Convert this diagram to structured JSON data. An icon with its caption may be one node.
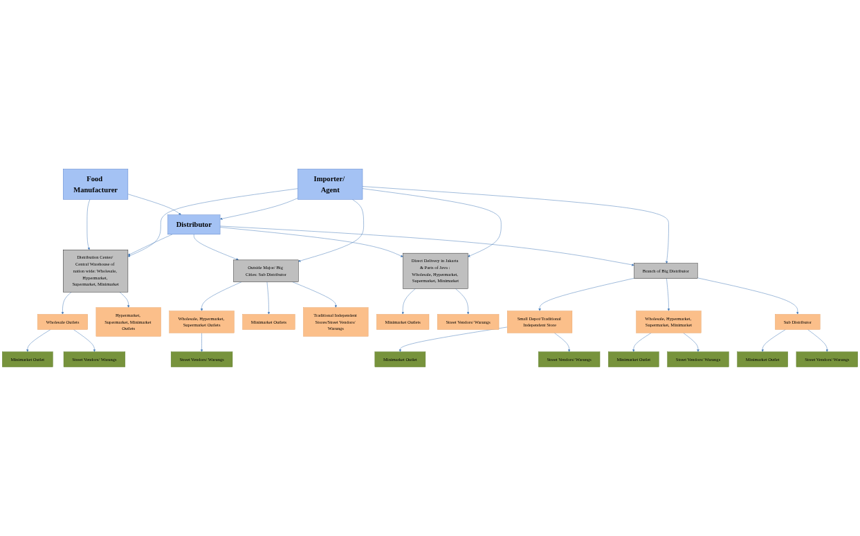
{
  "diagram": {
    "nodes": [
      {
        "text": [
          "Food Manufacturer"
        ]
      },
      {
        "text": [
          "Distributor"
        ]
      },
      {
        "text": [
          "Importer/ Agent"
        ]
      },
      {
        "text": [
          "Distribution Center/ Central Warehouse of nation wide: Wholesale, Hypermarket, Supermarket, Minimarket"
        ]
      },
      {
        "text": [
          "Outside Major/ Big Cities: Sub Distributor"
        ]
      },
      {
        "text": [
          "Direct Delivery in Jakarta & Parts of Java : Wholesale, Hypermarket, Supermarket, Minimarket"
        ]
      },
      {
        "text": [
          "Branch of Big Distributor"
        ]
      },
      {
        "text": [
          "Wholesale Outlets"
        ]
      },
      {
        "text": [
          "Hypermarket, Supermarket, Minimarket Outlets"
        ]
      },
      {
        "text": [
          "Wholesale, Hypermarket, Supermarket Outlets"
        ]
      },
      {
        "text": [
          "Minimarket Outlets"
        ]
      },
      {
        "text": [
          "Traditional Independent Stores/Street Vendors/ Warungs"
        ]
      },
      {
        "text": [
          "Minimarket Outlets"
        ]
      },
      {
        "text": [
          "Street Vendors/ Warungs"
        ]
      },
      {
        "text": [
          "Small Depot/Traditional Independent Store"
        ]
      },
      {
        "text": [
          "Wholesale, Hypermarket, Supermarket, Minimarket"
        ]
      },
      {
        "text": [
          "Sub Distributor"
        ]
      },
      {
        "text": [
          "Minimarket Outlet"
        ]
      },
      {
        "text": [
          "Street Vendors/ Warungs"
        ]
      },
      {
        "text": [
          "Street Vendors/ Warungs"
        ]
      },
      {
        "text": [
          "Minimarket Outlet"
        ]
      },
      {
        "text": [
          "Street Vendors/ Warungs"
        ]
      },
      {
        "text": [
          "Minimarket Outlet"
        ]
      },
      {
        "text": [
          "Street Vendors/ Warungs"
        ]
      },
      {
        "text": [
          "Minimarket Outlet"
        ]
      },
      {
        "text": [
          "Street Vendors/ Warungs"
        ]
      }
    ],
    "edges": [
      {
        "from": 0,
        "to": 1,
        "arrow": "to"
      },
      {
        "from": 2,
        "to": 1,
        "arrow": "to"
      },
      {
        "from": 0,
        "to": 3,
        "arrow": "to"
      },
      {
        "from": 1,
        "to": 3,
        "arrow": "to"
      },
      {
        "from": 2,
        "to": 3,
        "arrow": "to"
      },
      {
        "from": 1,
        "to": 4,
        "arrow": "to"
      },
      {
        "from": 2,
        "to": 4,
        "arrow": "to"
      },
      {
        "from": 1,
        "to": 5,
        "arrow": "to"
      },
      {
        "from": 2,
        "to": 5,
        "arrow": "to"
      },
      {
        "from": 1,
        "to": 6,
        "arrow": "to"
      },
      {
        "from": 2,
        "to": 6,
        "arrow": "to"
      },
      {
        "from": 3,
        "to": 7,
        "arrow": "to"
      },
      {
        "from": 3,
        "to": 8,
        "arrow": "to"
      },
      {
        "from": 4,
        "to": 9,
        "arrow": "to"
      },
      {
        "from": 4,
        "to": 10,
        "arrow": "to"
      },
      {
        "from": 4,
        "to": 11,
        "arrow": "to"
      },
      {
        "from": 5,
        "to": 12,
        "arrow": "to"
      },
      {
        "from": 5,
        "to": 13,
        "arrow": "to"
      },
      {
        "from": 6,
        "to": 14,
        "arrow": "to"
      },
      {
        "from": 6,
        "to": 15,
        "arrow": "to"
      },
      {
        "from": 6,
        "to": 16,
        "arrow": "to"
      },
      {
        "from": 7,
        "to": 17,
        "arrow": "to"
      },
      {
        "from": 7,
        "to": 18,
        "arrow": "to"
      },
      {
        "from": 9,
        "to": 19,
        "arrow": "to"
      },
      {
        "from": 14,
        "to": 20,
        "arrow": "to"
      },
      {
        "from": 14,
        "to": 21,
        "arrow": "to"
      },
      {
        "from": 15,
        "to": 22,
        "arrow": "to"
      },
      {
        "from": 15,
        "to": 23,
        "arrow": "to"
      },
      {
        "from": 16,
        "to": 24,
        "arrow": "to"
      },
      {
        "from": 16,
        "to": 25,
        "arrow": "to"
      }
    ]
  }
}
